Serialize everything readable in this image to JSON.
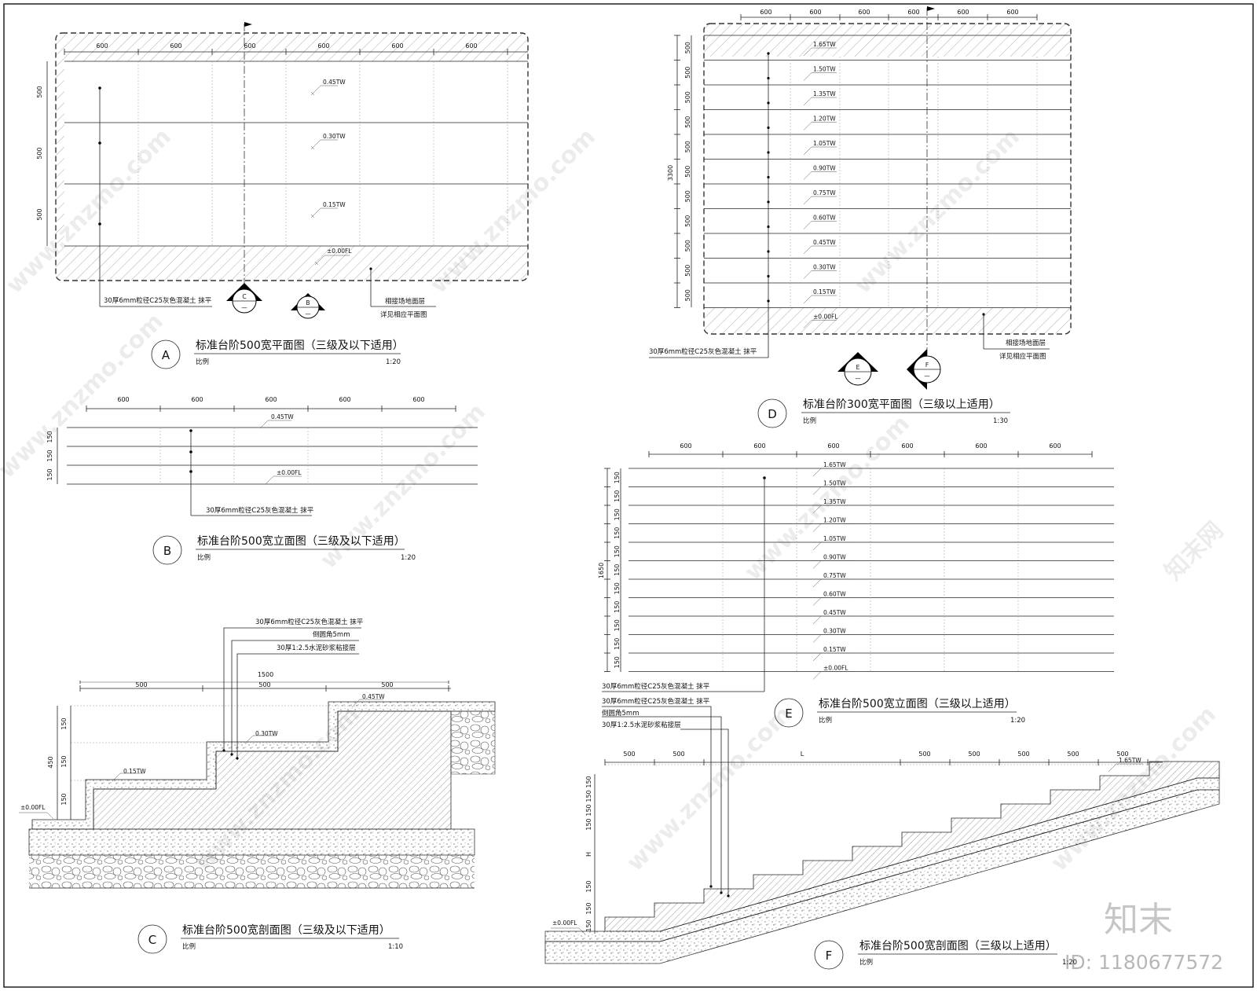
{
  "watermark": {
    "site": "www.znzmo.com",
    "brand": "知末",
    "id": "ID: 1180677572",
    "cn": "知末网"
  },
  "planA": {
    "marker": "A",
    "title": "标准台阶500宽平面图（三级及以下适用）",
    "scale_label": "比例",
    "scale": "1:20",
    "top_dims": [
      "600",
      "600",
      "600",
      "600",
      "600",
      "600"
    ],
    "side_dims": [
      "500",
      "500",
      "500"
    ],
    "levels": [
      "0.45TW",
      "0.30TW",
      "0.15TW",
      "±0.00FL"
    ],
    "note_left": "30厚6mm粒径C25灰色混凝土 抹平",
    "note_right_1": "相接场地面层",
    "note_right_2": "详见相应平面图",
    "cut_c": "C",
    "cut_b": "B",
    "cut_dash": "—"
  },
  "elevB": {
    "marker": "B",
    "title": "标准台阶500宽立面图（三级及以下适用）",
    "scale_label": "比例",
    "scale": "1:20",
    "top_dims": [
      "600",
      "600",
      "600",
      "600",
      "600"
    ],
    "side_dims": [
      "150",
      "150",
      "150"
    ],
    "levels": [
      "0.45TW",
      "±0.00FL"
    ],
    "note": "30厚6mm粒径C25灰色混凝土 抹平"
  },
  "sectC": {
    "marker": "C",
    "title": "标准台阶500宽剖面图（三级及以下适用）",
    "scale_label": "比例",
    "scale": "1:10",
    "notes": [
      "30厚6mm粒径C25灰色混凝土 抹平",
      "倒圆角5mm",
      "30厚1:2.5水泥砂浆粘接层"
    ],
    "total_dim": "1500",
    "top_dims": [
      "500",
      "500",
      "500"
    ],
    "side_dims": [
      "150",
      "150",
      "150"
    ],
    "total_height": "450",
    "levels": [
      "0.45TW",
      "0.30TW",
      "0.15TW",
      "±0.00FL"
    ]
  },
  "planD": {
    "marker": "D",
    "title": "标准台阶300宽平面图（三级以上适用）",
    "scale_label": "比例",
    "scale": "1:30",
    "top_dims": [
      "600",
      "600",
      "600",
      "600",
      "600",
      "600"
    ],
    "side_dims": [
      "500",
      "500",
      "500",
      "500",
      "500",
      "500",
      "500",
      "500",
      "500",
      "500",
      "500"
    ],
    "total_height": "3300",
    "levels": [
      "1.65TW",
      "1.50TW",
      "1.35TW",
      "1.20TW",
      "1.05TW",
      "0.90TW",
      "0.75TW",
      "0.60TW",
      "0.45TW",
      "0.30TW",
      "0.15TW",
      "±0.00FL"
    ],
    "note_left": "30厚6mm粒径C25灰色混凝土 抹平",
    "note_right_1": "相接场地面层",
    "note_right_2": "详见相应平面图",
    "cut_e": "E",
    "cut_f": "F",
    "cut_dash": "—"
  },
  "elevE": {
    "marker": "E",
    "title": "标准台阶500宽立面图（三级以上适用）",
    "scale_label": "比例",
    "scale": "1:20",
    "top_dims": [
      "600",
      "600",
      "600",
      "600",
      "600",
      "600"
    ],
    "side_dims": [
      "150",
      "150",
      "150",
      "150",
      "150",
      "150",
      "150",
      "150",
      "150",
      "150",
      "150"
    ],
    "total_height": "1650",
    "levels": [
      "1.65TW",
      "1.50TW",
      "1.35TW",
      "1.20TW",
      "1.05TW",
      "0.90TW",
      "0.75TW",
      "0.60TW",
      "0.45TW",
      "0.30TW",
      "0.15TW",
      "±0.00FL"
    ],
    "note": "30厚6mm粒径C25灰色混凝土 抹平"
  },
  "sectF": {
    "marker": "F",
    "title": "标准台阶500宽剖面图（三级以上适用）",
    "scale_label": "比例",
    "scale": "1:20",
    "notes": [
      "30厚6mm粒径C25灰色混凝土 抹平",
      "倒圆角5mm",
      "30厚1:2.5水泥砂浆粘接层"
    ],
    "top_dims": [
      "500",
      "500",
      "L",
      "500",
      "500",
      "500",
      "500",
      "500"
    ],
    "side_top": [
      "150",
      "150",
      "150",
      "150"
    ],
    "side_mid": "H",
    "side_bot": [
      "150",
      "150",
      "150"
    ],
    "levels": [
      "1.65TW",
      "±0.00FL"
    ]
  }
}
